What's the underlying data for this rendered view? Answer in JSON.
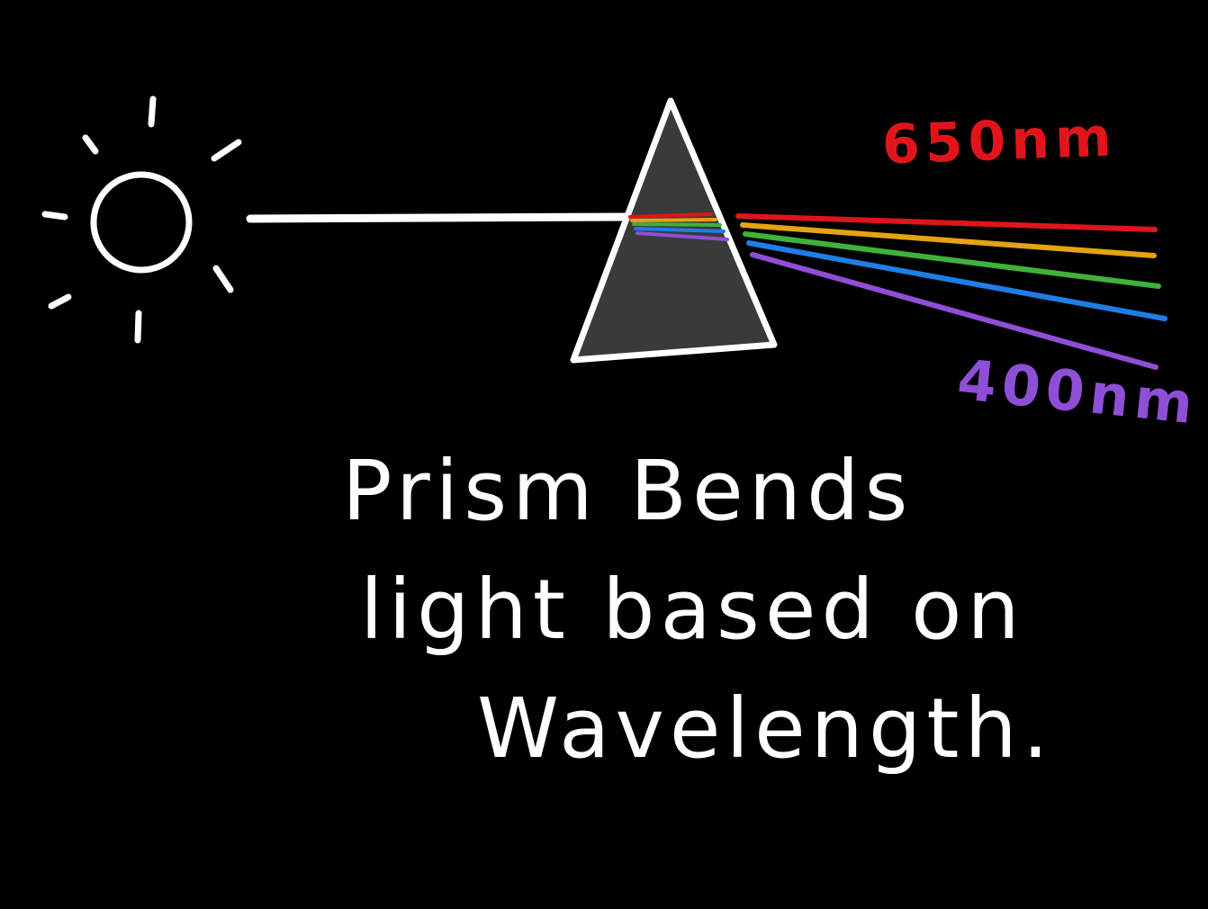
{
  "colors": {
    "background": "#000000",
    "chalk": "#ffffff",
    "prism_fill": "#3a3a3a",
    "red": "#e0151b",
    "orange": "#e4a312",
    "green": "#3fb23a",
    "blue": "#1f7ee6",
    "violet": "#8e4fd6"
  },
  "icons": {
    "light_source": "sun-icon",
    "dispersing_element": "prism-icon"
  },
  "labels": {
    "long_wavelength": "650nm",
    "short_wavelength": "400nm"
  },
  "caption": {
    "line1": "Prism Bends",
    "line2": "light based on",
    "line3": "Wavelength."
  }
}
